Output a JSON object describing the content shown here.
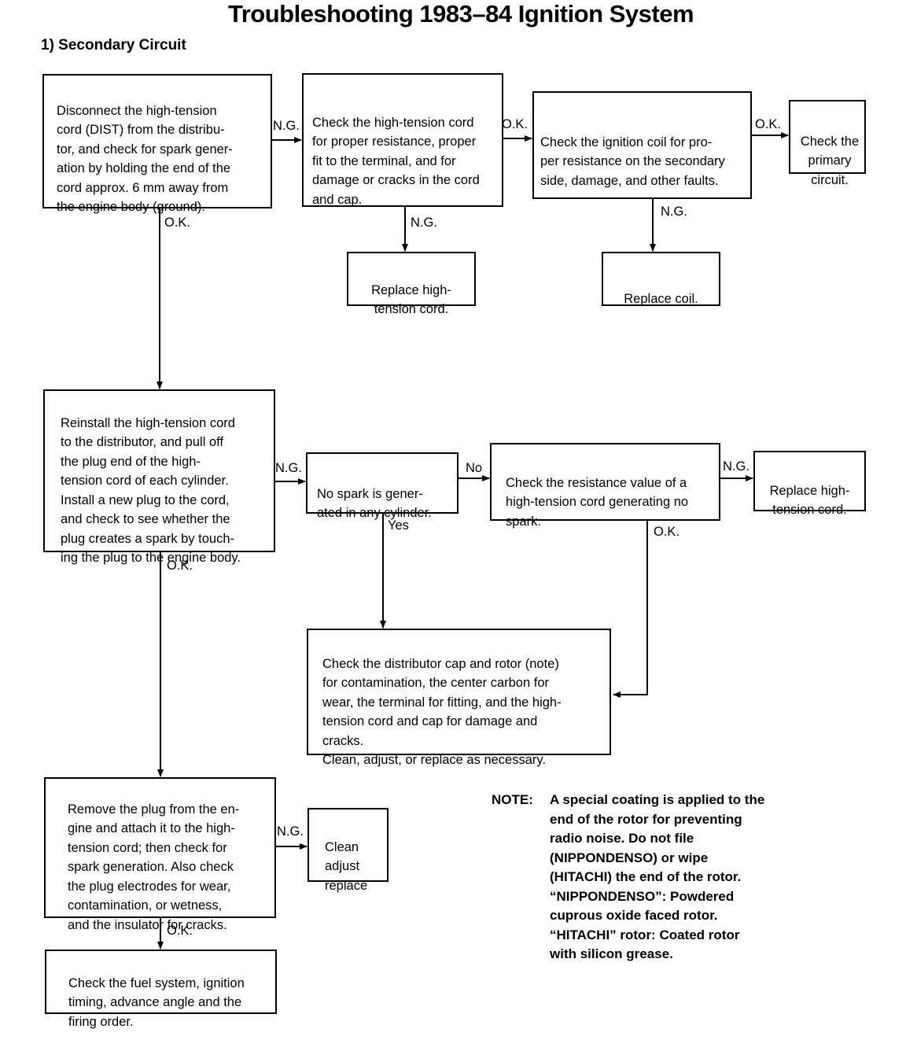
{
  "title": "Troubleshooting 1983–84 Ignition System",
  "subtitle": "1)  Secondary Circuit",
  "boxes": {
    "b1": "Disconnect the high-tension\ncord (DIST) from the distribu-\ntor, and check for spark gener-\nation by holding the end of the\ncord approx. 6 mm away from\nthe engine body (ground).",
    "b2": "Check the high-tension cord\nfor proper resistance, proper\nfit to the terminal, and for\ndamage or cracks in the cord\nand cap.",
    "b3": "Check the ignition coil for pro-\nper resistance on the secondary\nside, damage, and other faults.",
    "b4": "Check the\nprimary\ncircuit.",
    "b5": "Replace high-\ntension cord.",
    "b6": "Replace coil.",
    "b7": "Reinstall the high-tension cord\nto the distributor, and pull off\nthe plug end of the high-\ntension cord of each cylinder.\nInstall a new plug to the cord,\nand check to see whether the\nplug creates a spark by touch-\ning the plug to the engine body.",
    "b8": "No spark is gener-\nated in any cylinder.",
    "b9": "Check the resistance value of a\nhigh-tension cord generating no\nspark.",
    "b10": "Replace high-\ntension cord.",
    "b11": "Check the distributor cap and rotor (note)\nfor contamination, the center carbon for\nwear, the terminal for fitting, and the high-\ntension cord and cap for damage and\ncracks.\nClean, adjust, or replace as necessary.",
    "b12": "Remove the plug from the en-\ngine and attach it to the high-\ntension cord; then check for\nspark generation.  Also check\nthe plug electrodes for wear,\ncontamination, or wetness,\nand the insulator for cracks.",
    "b13": "Clean\nadjust\nreplace",
    "b14": "Check the fuel system, ignition\ntiming, advance angle and the\nfiring order."
  },
  "labels": {
    "l1": "N.G.",
    "l2": "O.K.",
    "l3": "O.K.",
    "l4": "N.G.",
    "l5": "N.G.",
    "l6": "O.K.",
    "l7": "N.G.",
    "l8": "No",
    "l9": "N.G.",
    "l10": "Yes",
    "l11": "O.K.",
    "l12": "O.K.",
    "l13": "N.G.",
    "l14": "O.K."
  },
  "note": {
    "head": "NOTE:",
    "body": "A special coating is applied to the\nend of the rotor for preventing\nradio noise.  Do not file\n(NIPPONDENSO) or wipe\n(HITACHI) the end of the rotor.\n“NIPPONDENSO”: Powdered\ncuprous oxide faced rotor.\n“HITACHI” rotor: Coated rotor\nwith silicon grease."
  }
}
